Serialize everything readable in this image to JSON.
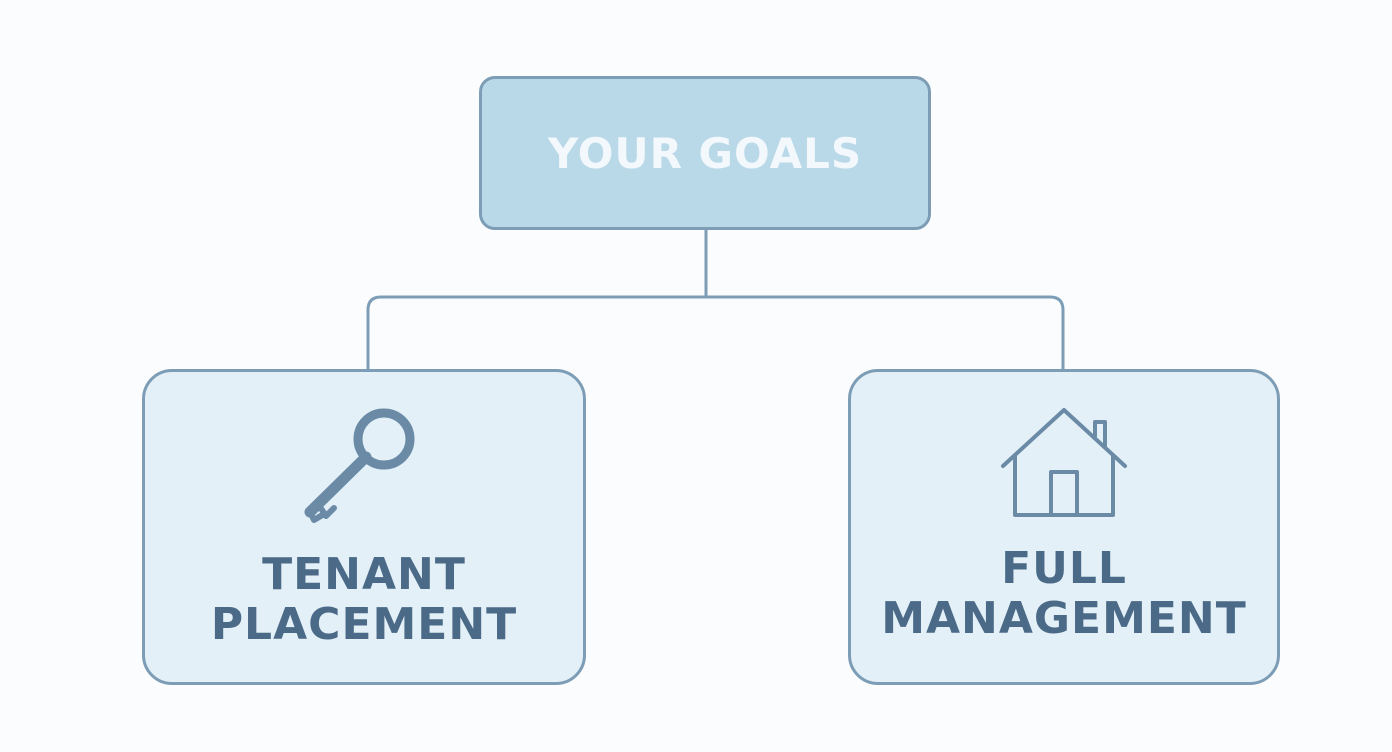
{
  "diagram": {
    "root": {
      "label": "YOUR GOALS"
    },
    "children": [
      {
        "id": "tenant-placement",
        "icon": "key-icon",
        "label_lines": [
          "TENANT",
          "PLACEMENT"
        ]
      },
      {
        "id": "full-management",
        "icon": "house-icon",
        "label_lines": [
          "FULL",
          "MANAGEMENT"
        ]
      }
    ]
  },
  "colors": {
    "background": "#fbfcfd",
    "root_fill": "#bad9e8",
    "child_fill": "#e3f0f8",
    "stroke": "#7c9db5",
    "child_text": "#4b6a87",
    "root_text": "#f2f8fb",
    "icon": "#6a8aa6"
  }
}
